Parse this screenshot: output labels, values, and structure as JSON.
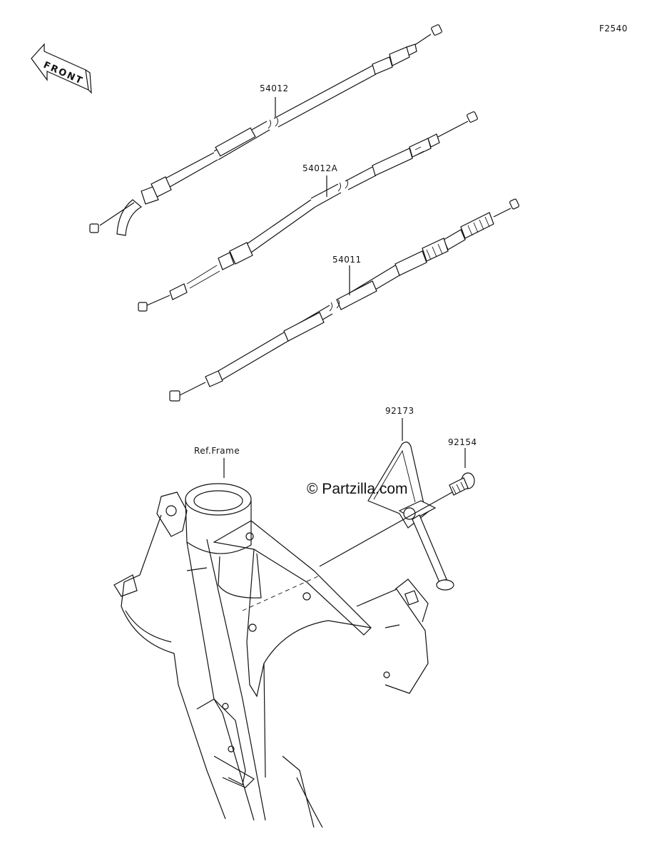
{
  "figure": {
    "code": "F2540",
    "watermark": "© Partzilla.com",
    "front_arrow_text": "FRONT"
  },
  "callouts": [
    {
      "id": "clutch-cable-upper",
      "label": "54012"
    },
    {
      "id": "throttle-cable",
      "label": "54012A"
    },
    {
      "id": "clutch-cable",
      "label": "54011"
    },
    {
      "id": "cable-guide",
      "label": "92173"
    },
    {
      "id": "bolt",
      "label": "92154"
    },
    {
      "id": "frame",
      "label": "Ref.Frame"
    }
  ]
}
